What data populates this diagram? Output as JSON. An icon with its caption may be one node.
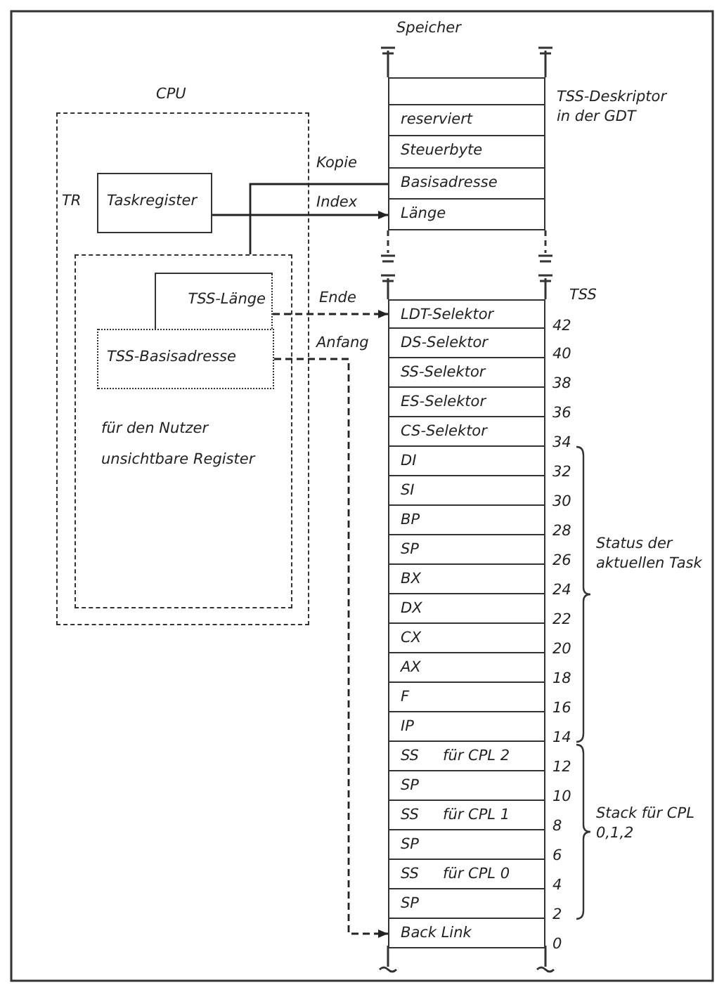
{
  "diagram": {
    "nodes": [
      {
        "text": [
          "CPU"
        ]
      },
      {
        "text": [
          "Taskregister"
        ],
        "in": 0,
        "beside": [
          "TR"
        ]
      },
      {
        "text": [
          "für den Nutzer unsichtbare Register"
        ],
        "in": 0
      },
      {
        "text": [
          "TSS-Länge"
        ],
        "in": 2
      },
      {
        "text": [
          "TSS-Basisadresse"
        ],
        "in": 2
      },
      {
        "text": [],
        "shape": "box"
      },
      {
        "text": [
          "reserviert"
        ]
      },
      {
        "text": [
          "Steuerbyte"
        ]
      },
      {
        "text": [
          "Basisadresse"
        ]
      },
      {
        "text": [
          "Länge"
        ]
      },
      {
        "text": [
          "LDT-Selektor"
        ],
        "beside": [
          "42"
        ]
      },
      {
        "text": [
          "DS-Selektor"
        ],
        "beside": [
          "40"
        ]
      },
      {
        "text": [
          "SS-Selektor"
        ],
        "beside": [
          "38"
        ]
      },
      {
        "text": [
          "ES-Selektor"
        ],
        "beside": [
          "36"
        ]
      },
      {
        "text": [
          "CS-Selektor"
        ],
        "beside": [
          "34"
        ]
      },
      {
        "text": [
          "DI"
        ],
        "beside": [
          "32"
        ]
      },
      {
        "text": [
          "SI"
        ],
        "beside": [
          "30"
        ]
      },
      {
        "text": [
          "BP"
        ],
        "beside": [
          "28"
        ]
      },
      {
        "text": [
          "SP"
        ],
        "beside": [
          "26"
        ]
      },
      {
        "text": [
          "BX"
        ],
        "beside": [
          "24"
        ]
      },
      {
        "text": [
          "DX"
        ],
        "beside": [
          "22"
        ]
      },
      {
        "text": [
          "CX"
        ],
        "beside": [
          "20"
        ]
      },
      {
        "text": [
          "AX"
        ],
        "beside": [
          "18"
        ]
      },
      {
        "text": [
          "F"
        ],
        "beside": [
          "16"
        ]
      },
      {
        "text": [
          "IP"
        ],
        "beside": [
          "14"
        ]
      },
      {
        "text": [
          "SS",
          "für CPL 2"
        ],
        "beside": [
          "12"
        ]
      },
      {
        "text": [
          "SP"
        ],
        "beside": [
          "10"
        ]
      },
      {
        "text": [
          "SS",
          "für CPL 1"
        ],
        "beside": [
          "8"
        ]
      },
      {
        "text": [
          "SP"
        ],
        "beside": [
          "6"
        ]
      },
      {
        "text": [
          "SS",
          "für CPL 0"
        ],
        "beside": [
          "4"
        ]
      },
      {
        "text": [
          "SP"
        ],
        "beside": [
          "2"
        ]
      },
      {
        "text": [
          "Back Link"
        ],
        "beside": [
          "0"
        ]
      }
    ],
    "edges": [
      {
        "from": 2,
        "to": 8,
        "label": "Kopie",
        "arrow": "none"
      },
      {
        "from": 1,
        "to": 9,
        "label": "Index",
        "arrow": "to"
      },
      {
        "from": 3,
        "to": 10,
        "label": "Ende",
        "arrow": "to",
        "style": "dashed"
      },
      {
        "from": 4,
        "to": 31,
        "label": "Anfang",
        "arrow": "to",
        "style": "dashed"
      }
    ],
    "labels": [
      "Speicher",
      "TSS-Deskriptor in der GDT",
      "TSS",
      "Status der aktuellen Task",
      "Stack für CPL 0,1,2"
    ]
  }
}
